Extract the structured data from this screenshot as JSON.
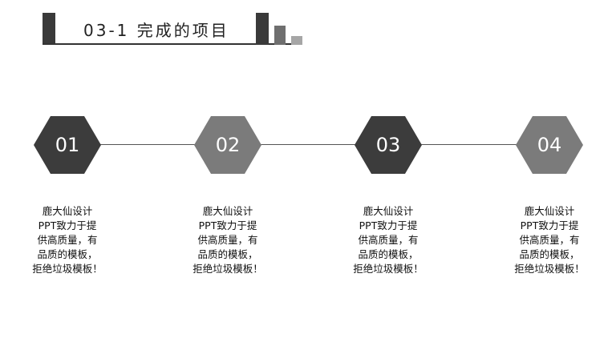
{
  "header": {
    "title": "03-1   完成的项目",
    "bar_color": "#3a3a3a",
    "deco_colors": [
      "#3a3a3a",
      "#6f6f6f",
      "#a6a6a6"
    ]
  },
  "steps": [
    {
      "number": "01",
      "color": "#3c3c3c",
      "lines": [
        "鹿大仙设计",
        "PPT致力于提",
        "供高质量，有",
        "品质的模板，",
        "拒绝垃圾模板！"
      ]
    },
    {
      "number": "02",
      "color": "#7b7b7b",
      "lines": [
        "鹿大仙设计",
        "PPT致力于提",
        "供高质量，有",
        "品质的模板，",
        "拒绝垃圾模板！"
      ]
    },
    {
      "number": "03",
      "color": "#3c3c3c",
      "lines": [
        "鹿大仙设计",
        "PPT致力于提",
        "供高质量，有",
        "品质的模板，",
        "拒绝垃圾模板！"
      ]
    },
    {
      "number": "04",
      "color": "#7b7b7b",
      "lines": [
        "鹿大仙设计",
        "PPT致力于提",
        "供高质量，有",
        "品质的模板，",
        "拒绝垃圾模板！"
      ]
    }
  ]
}
